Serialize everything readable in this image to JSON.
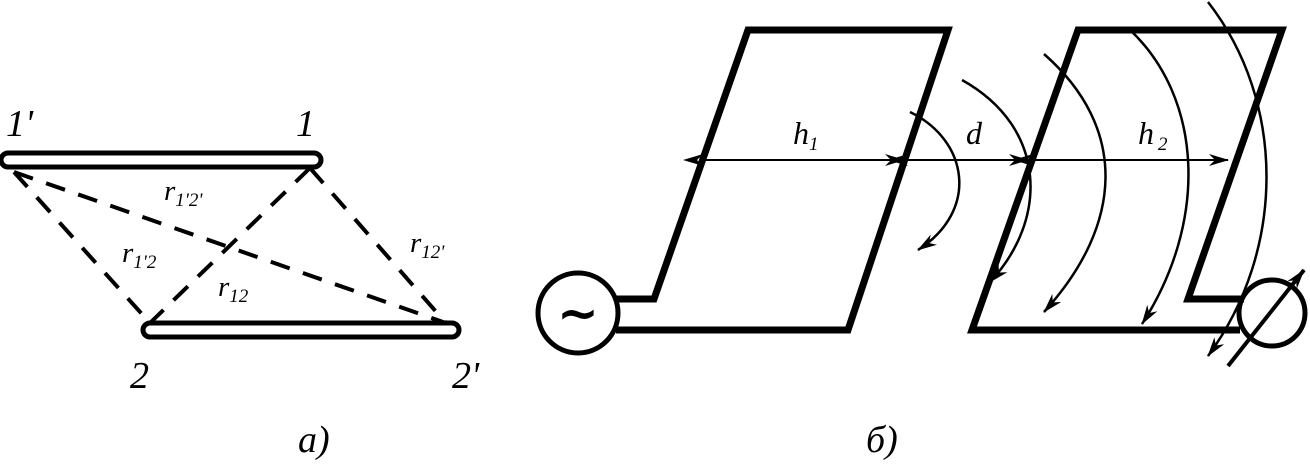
{
  "figure_a": {
    "caption": "а)",
    "endpoint_1prime": "1ʹ",
    "endpoint_1": "1",
    "endpoint_2": "2",
    "endpoint_2prime": "2ʹ",
    "dist_1p2p": {
      "base": "r",
      "sub": "1ʹ2ʹ"
    },
    "dist_1p2": {
      "base": "r",
      "sub": "1ʹ2"
    },
    "dist_12p": {
      "base": "r",
      "sub": "12ʹ"
    },
    "dist_12": {
      "base": "r",
      "sub": "12"
    }
  },
  "figure_b": {
    "caption": "б)",
    "height_1": {
      "base": "h",
      "sub": "1"
    },
    "separation": "d",
    "height_2": {
      "base": "h",
      "sub": "2"
    },
    "source_symbol": "~"
  }
}
